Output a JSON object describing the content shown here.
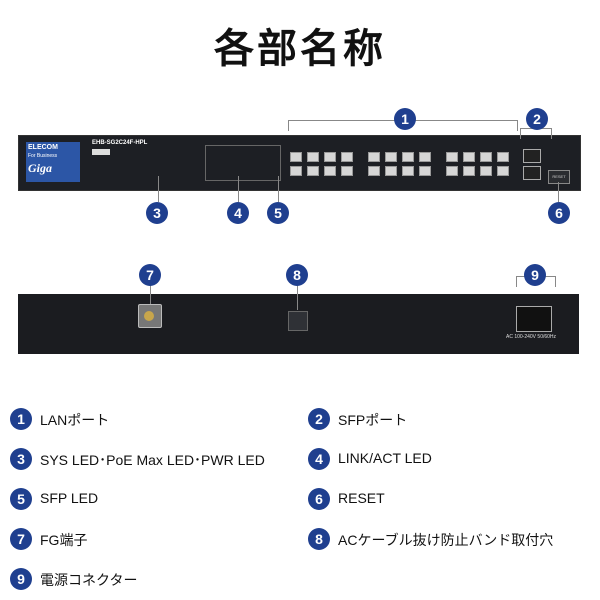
{
  "title": "各部名称",
  "device": {
    "brand": "ELECOM",
    "sub_brand": "For Business",
    "logo": "Giga",
    "model": "EHB-SG2C24F-HPL",
    "reset_label": "RESET",
    "power_text": "AC 100-240V 50/60Hz"
  },
  "callouts": [
    "1",
    "2",
    "3",
    "4",
    "5",
    "6",
    "7",
    "8",
    "9"
  ],
  "legend": [
    {
      "num": "1",
      "label": "LANポート"
    },
    {
      "num": "2",
      "label": "SFPポート"
    },
    {
      "num": "3",
      "label": "SYS LED･PoE Max LED･PWR LED"
    },
    {
      "num": "4",
      "label": "LINK/ACT LED"
    },
    {
      "num": "5",
      "label": "SFP LED"
    },
    {
      "num": "6",
      "label": "RESET"
    },
    {
      "num": "7",
      "label": "FG端子"
    },
    {
      "num": "8",
      "label": "ACケーブル抜け防止バンド取付穴"
    },
    {
      "num": "9",
      "label": "電源コネクター"
    }
  ],
  "colors": {
    "badge": "#1f3f8f",
    "device": "#1d1f24",
    "brand_panel": "#2c56a6"
  }
}
